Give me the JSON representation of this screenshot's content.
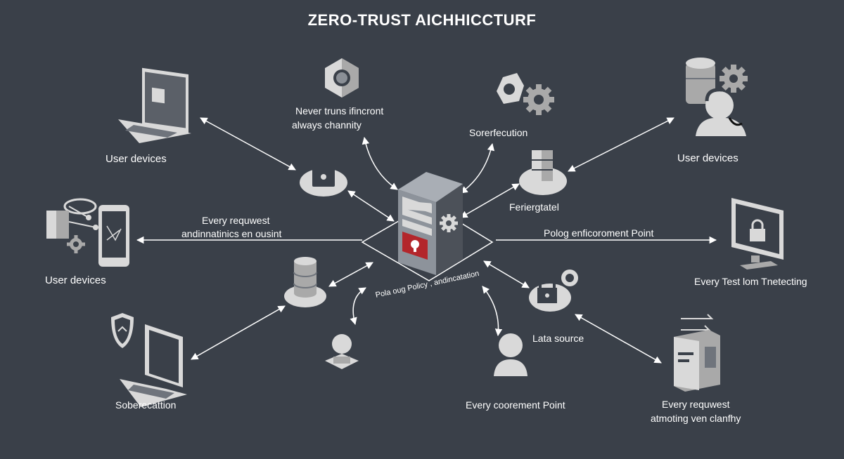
{
  "title": "ZERO-TRUST AICHHICCTURF",
  "labels": {
    "user_devices_top_left": "User devices",
    "user_devices_top_right": "User devices",
    "user_devices_left": "User devices",
    "never_trust_line1": "Never truns ifincront",
    "never_trust_line2": "always channity",
    "sorer_fecution": "Sorerfecution",
    "feriergtatel": "Feriergtatel",
    "every_request_left_line1": "Every requwest",
    "every_request_left_line2": "andinnatinics en ousint",
    "policy_enforcement_point": "Polog enficoroment Point",
    "every_test_lom": "Every Test lom Tnetecting",
    "center_caption": "Pola oug Policy , andincatation",
    "lata_source": "Lata source",
    "so_berecattion": "Soberecattion",
    "every_coorement_point": "Every coorement Point",
    "every_request_br_line1": "Every requwest",
    "every_request_br_line2": "atmoting ven clanfhy"
  },
  "colors": {
    "background": "#3a4049",
    "icon_light": "#d9d9d9",
    "icon_mid": "#a9a9a9",
    "icon_dark": "#5f646c",
    "lock_red": "#b3262b",
    "arrow": "#ffffff"
  },
  "icons": [
    "laptop-icon",
    "hexagon-nut-icon",
    "nut-gear-icon",
    "server-gear-icon",
    "lock-platform-icon",
    "server-platform-icon",
    "central-server-icon",
    "network-devices-icon",
    "phone-icon",
    "monitor-lock-icon",
    "database-icon",
    "lock-gear-icon",
    "shield-icon",
    "laptop-bottom-icon",
    "user-platform-icon",
    "user-icon",
    "documents-icon"
  ]
}
